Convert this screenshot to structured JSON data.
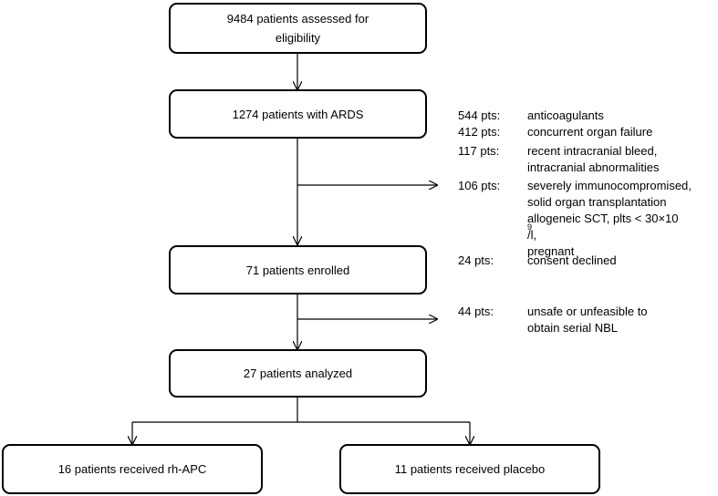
{
  "boxes": {
    "assessed": {
      "line1": "9484 patients assessed for",
      "line2": "eligibility"
    },
    "ards": "1274 patients with ARDS",
    "enrolled": "71 patients enrolled",
    "analyzed": "27 patients analyzed",
    "rhapc": "16 patients received rh-APC",
    "placebo": "11 patients received placebo"
  },
  "exclusions": [
    {
      "pts": "544 pts:",
      "lines": [
        "anticoagulants"
      ]
    },
    {
      "pts": "412 pts:",
      "lines": [
        "concurrent organ failure"
      ]
    },
    {
      "pts": "117 pts:",
      "lines": [
        "recent intracranial bleed,",
        "intracranial abnormalities"
      ]
    },
    {
      "pts": "106 pts:",
      "lines": [
        "severely immunocompromised,",
        "solid organ transplantation",
        "allogeneic SCT, plts < 30×10",
        "pregnant"
      ]
    },
    {
      "pts": "24 pts:",
      "lines": [
        "consent declined"
      ]
    },
    {
      "pts": "44 pts:",
      "lines": [
        "unsafe or unfeasible to",
        "obtain serial NBL"
      ]
    }
  ],
  "plts_superscript": "9",
  "plts_unit": "/l,"
}
